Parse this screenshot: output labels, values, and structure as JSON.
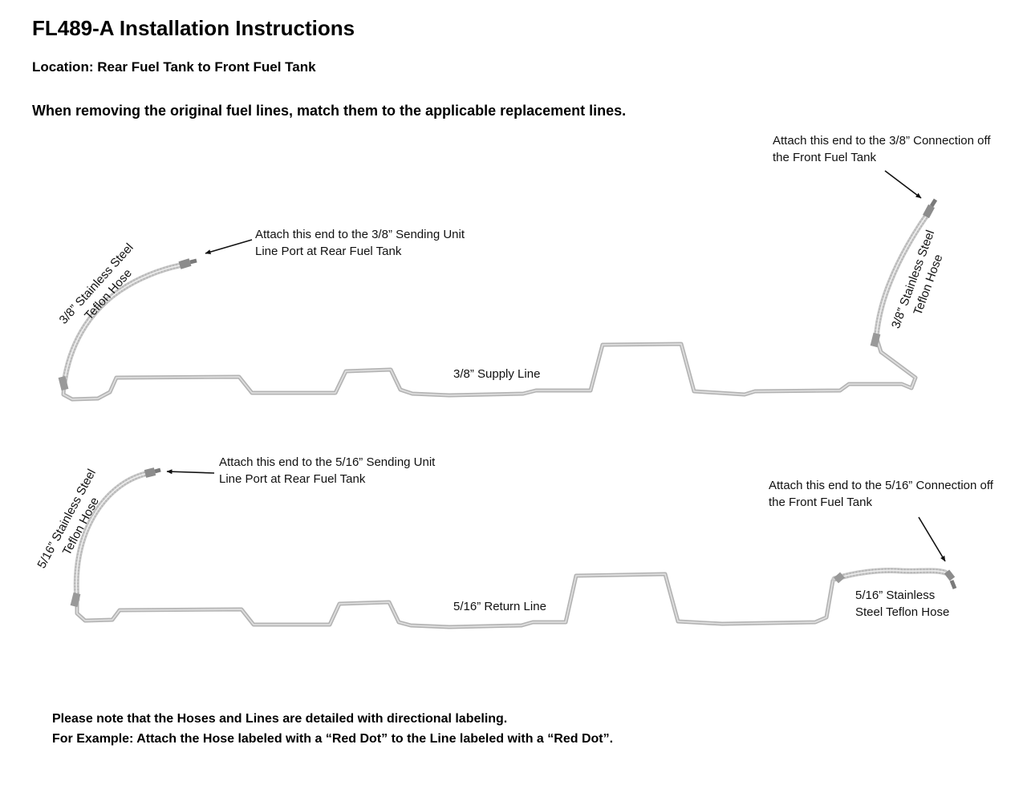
{
  "page": {
    "title": "FL489-A Installation Instructions",
    "location": "Location: Rear Fuel Tank to Front Fuel Tank",
    "intro": "When removing the original fuel lines, match them to the applicable replacement lines."
  },
  "supply_line": {
    "name": "3/8” Supply Line",
    "front_attach": "Attach this end to the 3/8” Connection off the Front Fuel Tank",
    "rear_attach": "Attach this end to the 3/8” Sending Unit Line Port at Rear Fuel Tank",
    "left_hose_label": "3/8” Stainless Steel Teflon Hose",
    "right_hose_label": "3/8” Stainless Steel Teflon Hose"
  },
  "return_line": {
    "name": "5/16” Return Line",
    "front_attach": "Attach this end to the 5/16” Connection off the Front Fuel Tank",
    "rear_attach": "Attach this end to the 5/16” Sending Unit Line Port at Rear Fuel Tank",
    "left_hose_label": "5/16” Stainless Steel Teflon Hose",
    "right_hose_label": "5/16” Stainless Steel Teflon Hose"
  },
  "footer": {
    "note_line1": "Please note that the Hoses and Lines are detailed with directional labeling.",
    "note_line2": "For Example: Attach the Hose labeled with a “Red Dot” to the Line labeled with a “Red Dot”."
  },
  "colors": {
    "tube": "#b3b3b3",
    "tube_highlight": "#dedede",
    "hose": "#c7c7c7",
    "fitting": "#8c8c8c",
    "arrow": "#111111"
  }
}
